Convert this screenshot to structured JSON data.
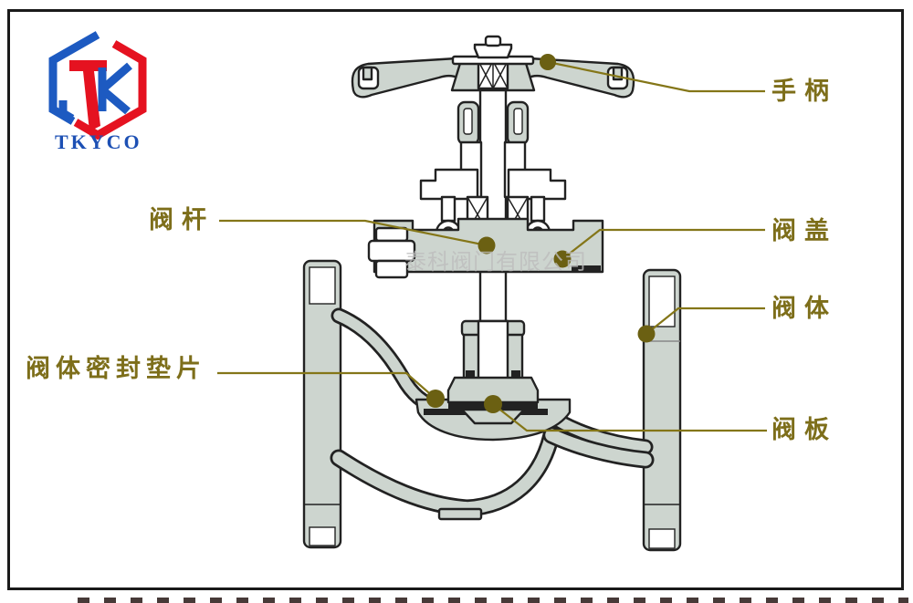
{
  "logo": {
    "company": "TKYCO"
  },
  "watermark": {
    "text": "泰科阀门有限公司"
  },
  "labels": {
    "handle": "手柄",
    "stem": "阀杆",
    "bonnet": "阀盖",
    "body": "阀体",
    "body_seal_gasket": "阀体密封垫片",
    "disc": "阀板"
  },
  "colors": {
    "label_text": "#7d6e1a",
    "leader_line": "#847618",
    "marker_dot": "#6b6012",
    "metal_fill": "#cdd5cf",
    "outline": "#222222",
    "logo_blue": "#1d5ac1",
    "logo_red": "#e51220",
    "logo_text_blue": "#1d50b4",
    "watermark_gray": "#bdbdbd",
    "frame_black": "#1a1a1a"
  }
}
